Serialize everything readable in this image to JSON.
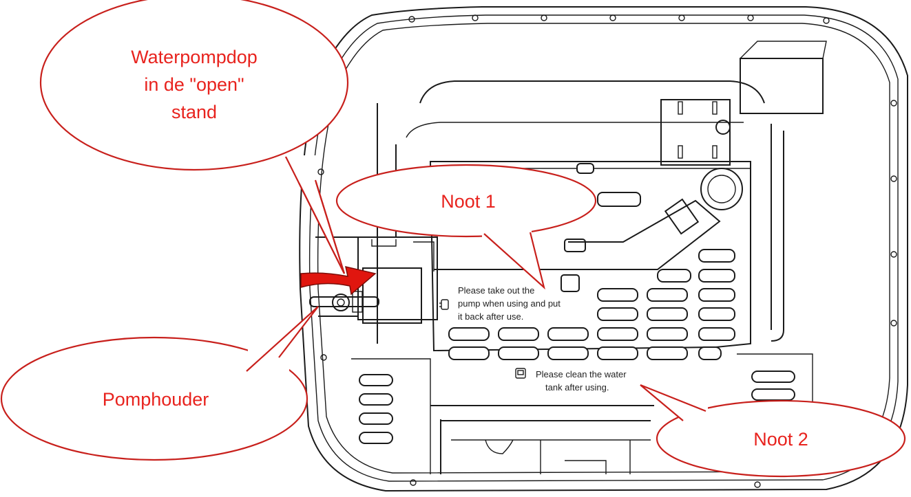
{
  "callouts": {
    "waterpompdop": [
      "Waterpompdop",
      "in de \"open\"",
      "stand"
    ],
    "noot1": "Noot 1",
    "pomphouder": "Pomphouder",
    "noot2": "Noot 2"
  },
  "device_text": {
    "pump_note": [
      "Please take out the",
      "pump when using and put",
      "it back after use."
    ],
    "tank_note": [
      "Please clean the water",
      "tank after using."
    ]
  },
  "colors": {
    "callout_text": "#e8231e",
    "callout_border": "#c8201c",
    "arrow": "#e0160f",
    "line_art": "#1a1a1a"
  },
  "icons": {
    "rotation_arrow": "curved-arrow-icon",
    "pump_symbol": "pump-icon",
    "tank_symbol": "tank-icon"
  }
}
